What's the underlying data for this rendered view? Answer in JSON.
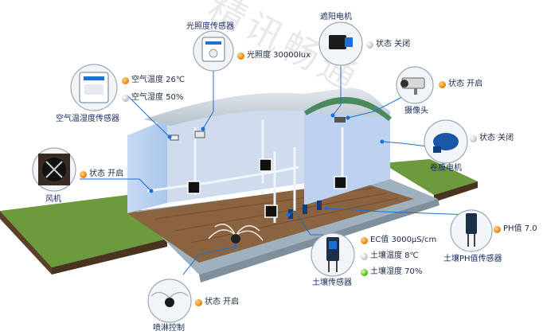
{
  "watermark": "精讯畅通",
  "colors": {
    "status_orange": "#f08a10",
    "status_gray": "#bdbdbd",
    "status_green": "#59c21a",
    "line_blue": "#1e6fcf"
  },
  "devices": {
    "light_sensor": {
      "title": "光照度传感器",
      "reading": "光照度 30000lux"
    },
    "air_sensor": {
      "title": "空气温湿度传感器",
      "temp": "空气温度 26℃",
      "humidity": "空气湿度 50%"
    },
    "shade_motor": {
      "title": "遮阳电机",
      "status": "状态 关闭"
    },
    "camera": {
      "title": "摄像头",
      "status": "状态 开启"
    },
    "film_motor": {
      "title": "卷膜电机",
      "status": "状态 关闭"
    },
    "fan": {
      "title": "风机",
      "status": "状态 开启"
    },
    "soil_ph": {
      "title": "土壤PH值传感器",
      "reading": "PH值 7.0"
    },
    "soil_sensor": {
      "title": "土壤传感器",
      "ec": "EC值 3000μS/cm",
      "temp": "土壤温度 8℃",
      "humidity": "土壤湿度 70%"
    },
    "sprinkler": {
      "title": "喷淋控制",
      "status": "状态 开启"
    }
  }
}
